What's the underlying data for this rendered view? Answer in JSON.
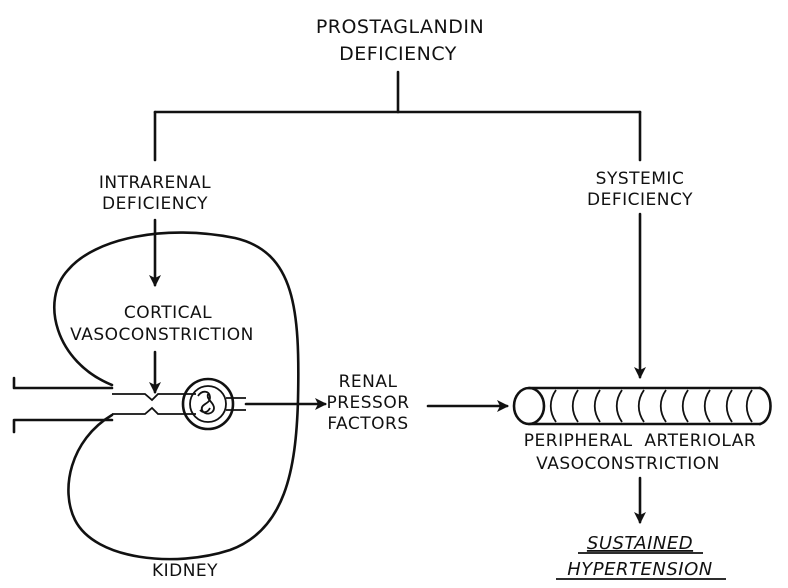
{
  "title": {
    "line1": "PROSTAGLANDIN",
    "line2": "DEFICIENCY"
  },
  "left_branch": {
    "line1": "INTRARENAL",
    "line2": "DEFICIENCY"
  },
  "right_branch": {
    "line1": "SYSTEMIC",
    "line2": "DEFICIENCY"
  },
  "cortical": {
    "line1": "CORTICAL",
    "line2": "VASOCONSTRICTION"
  },
  "renal": {
    "line1": "RENAL",
    "line2": "PRESSOR",
    "line3": "FACTORS"
  },
  "peripheral": {
    "line1": "PERIPHERAL  ARTERIOLAR",
    "line2": "VASOCONSTRICTION"
  },
  "outcome": {
    "line1": "SUSTAINED",
    "line2": "HYPERTENSION"
  },
  "kidney_label": "KIDNEY"
}
